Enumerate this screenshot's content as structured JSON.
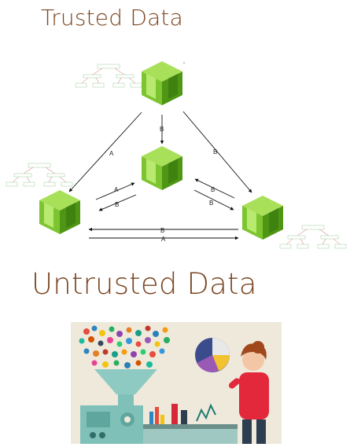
{
  "titles": {
    "trusted": "Trusted Data",
    "untrusted": "Untrusted Data"
  },
  "diagram": {
    "nodes": [
      {
        "id": "top",
        "icon": "neo-cube-icon"
      },
      {
        "id": "center",
        "icon": "neo-cube-icon"
      },
      {
        "id": "left",
        "icon": "neo-cube-icon"
      },
      {
        "id": "right",
        "icon": "neo-cube-icon"
      }
    ],
    "edges": [
      {
        "from": "top",
        "to": "left",
        "label": "A"
      },
      {
        "from": "top",
        "to": "center",
        "label": "B"
      },
      {
        "from": "top",
        "to": "right",
        "label": "B"
      },
      {
        "from": "left",
        "to": "center",
        "label": "A"
      },
      {
        "from": "center",
        "to": "left",
        "label": "B"
      },
      {
        "from": "center",
        "to": "right",
        "label": "B"
      },
      {
        "from": "right",
        "to": "center",
        "label": "B"
      },
      {
        "from": "right",
        "to": "left",
        "label": "B"
      },
      {
        "from": "left",
        "to": "right",
        "label": "A"
      }
    ],
    "colors": {
      "cube_light": "#9ad94a",
      "cube_dark": "#5aa418",
      "title": "#7a4420"
    }
  },
  "illustration": {
    "icon": "data-funnel-analyst-illustration",
    "colors": {
      "background": "#efe9dc",
      "machine": "#7fc1b9",
      "shirt": "#e2283a",
      "hair": "#a0481c"
    }
  }
}
